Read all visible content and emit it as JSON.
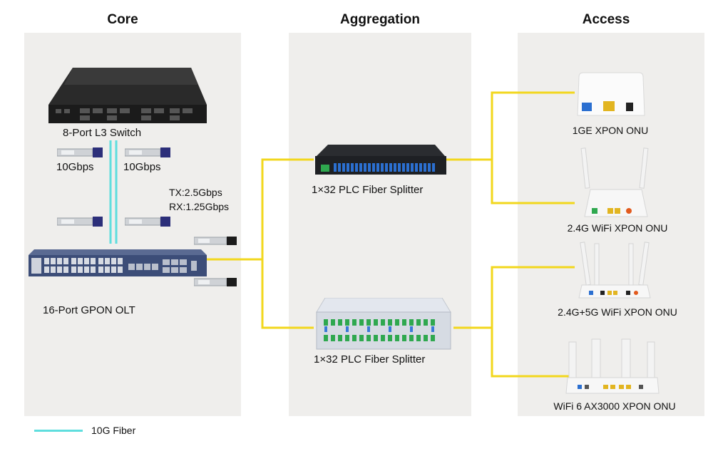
{
  "columns": {
    "core": "Core",
    "aggregation": "Aggregation",
    "access": "Access"
  },
  "core": {
    "switch_label": "8-Port L3 Switch",
    "sfp_left_label": "10Gbps",
    "sfp_right_label": "10Gbps",
    "tx_label": "TX:2.5Gbps",
    "rx_label": "RX:1.25Gbps",
    "olt_label": "16-Port GPON OLT"
  },
  "aggregation": {
    "splitter_top_label": "1×32 PLC Fiber Splitter",
    "splitter_bottom_label": "1×32 PLC Fiber Splitter"
  },
  "access": {
    "onu1_label": "1GE XPON ONU",
    "onu2_label": "2.4G WiFi XPON ONU",
    "onu3_label": "2.4G+5G WiFi XPON ONU",
    "onu4_label": "WiFi 6 AX3000 XPON ONU"
  },
  "legend": {
    "fiber_label": "10G Fiber"
  },
  "colors": {
    "panel": "#efeeec",
    "yellow_link": "#f2d71d",
    "fiber_10g": "#5fdede",
    "olt_blue": "#3c4d78"
  }
}
